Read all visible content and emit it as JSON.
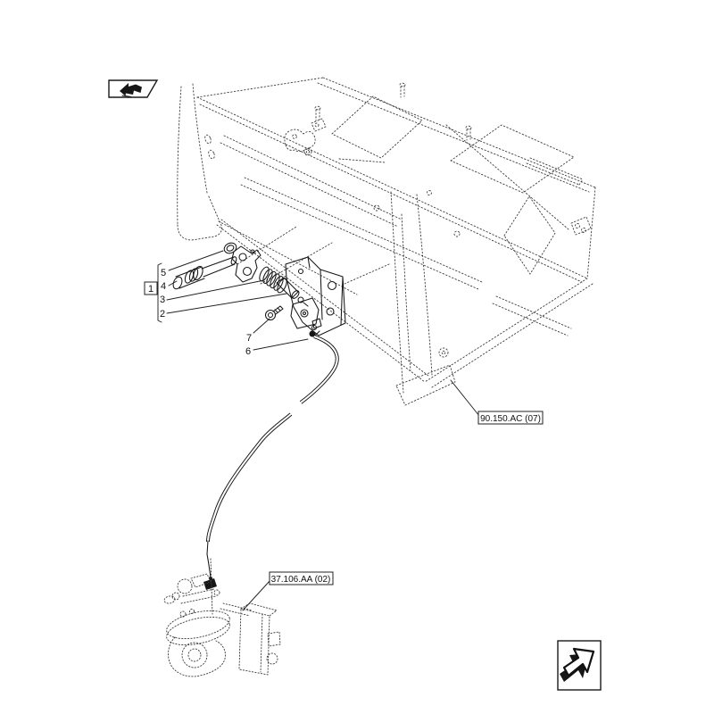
{
  "colors": {
    "background": "#ffffff",
    "frame_line": "#3c3c3c",
    "part_line": "#161616",
    "text": "#111111"
  },
  "callouts": {
    "group_label": "1",
    "items": [
      {
        "label": "5"
      },
      {
        "label": "4"
      },
      {
        "label": "3"
      },
      {
        "label": "2"
      },
      {
        "label": "7"
      },
      {
        "label": "6"
      }
    ]
  },
  "references": [
    {
      "label": "90.150.AC (07)"
    },
    {
      "label": "37.106.AA (02)"
    }
  ],
  "icons": {
    "top_left": "view-back-arrow-icon",
    "bottom_right": "view-next-arrow-icon"
  }
}
